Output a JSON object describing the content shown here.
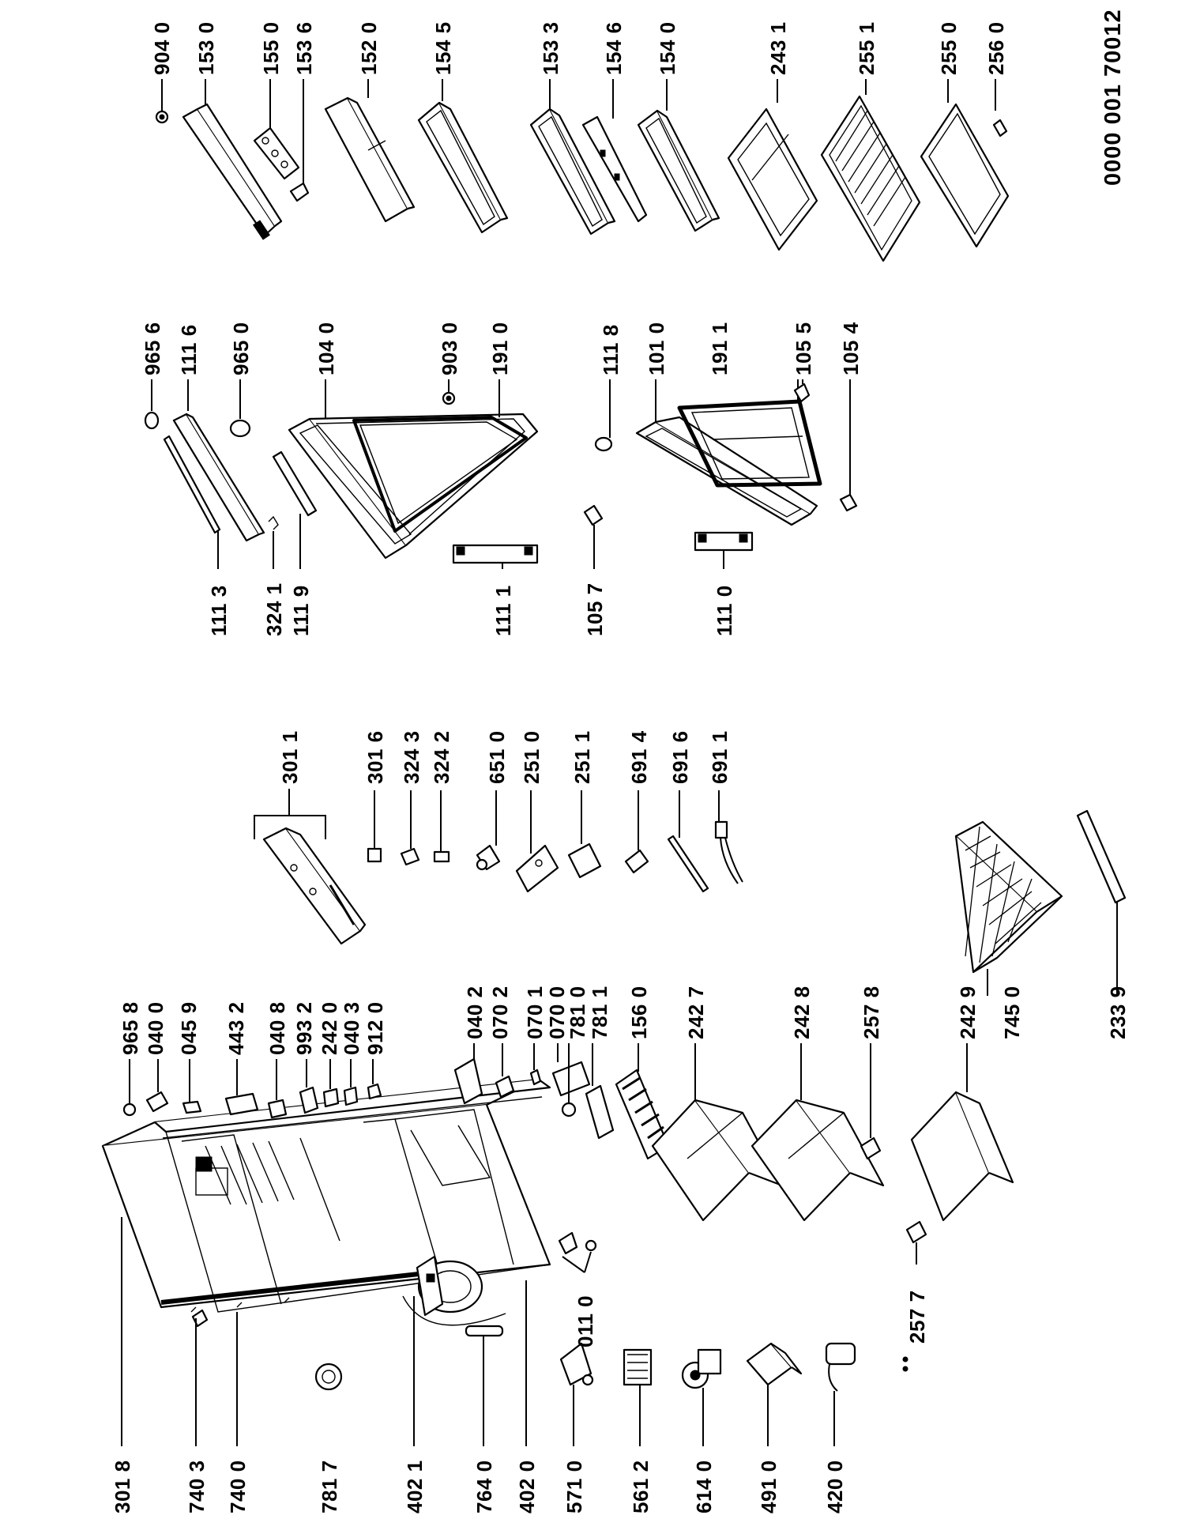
{
  "document_number": "0000 001 70012",
  "labels": {
    "p904_0": "904 0",
    "p153_0": "153 0",
    "p155_0": "155 0",
    "p153_6": "153 6",
    "p152_0": "152 0",
    "p154_5": "154 5",
    "p153_3": "153 3",
    "p154_6": "154 6",
    "p154_0": "154 0",
    "p243_1": "243 1",
    "p255_1": "255 1",
    "p255_0": "255 0",
    "p256_0": "256 0",
    "p965_6": "965 6",
    "p111_6": "111 6",
    "p965_0": "965 0",
    "p104_0": "104 0",
    "p903_0": "903 0",
    "p191_0": "191 0",
    "p111_8": "111 8",
    "p101_0": "101 0",
    "p191_1": "191 1",
    "p105_5": "105 5",
    "p105_4": "105 4",
    "p111_3": "111 3",
    "p324_1": "324 1",
    "p111_9": "111 9",
    "p111_1": "111 1",
    "p105_7": "105 7",
    "p111_0": "111 0",
    "p301_1": "301 1",
    "p301_6": "301 6",
    "p324_3": "324 3",
    "p324_2": "324 2",
    "p651_0": "651 0",
    "p251_0": "251 0",
    "p251_1": "251 1",
    "p691_4": "691 4",
    "p691_6": "691 6",
    "p691_1": "691 1",
    "p965_8": "965 8",
    "p040_0": "040 0",
    "p045_9": "045 9",
    "p443_2": "443 2",
    "p040_8": "040 8",
    "p993_2": "993 2",
    "p242_0": "242 0",
    "p040_3": "040 3",
    "p912_0": "912 0",
    "p040_2": "040 2",
    "p070_2": "070 2",
    "p070_1": "070 1",
    "p070_0": "070 0",
    "p781_0": "781 0",
    "p781_1": "781 1",
    "p156_0": "156 0",
    "p242_7": "242 7",
    "p242_8": "242 8",
    "p257_8": "257 8",
    "p242_9": "242 9",
    "p745_0": "745 0",
    "p233_9": "233 9",
    "p301_8": "301 8",
    "p740_3": "740 3",
    "p740_0": "740 0",
    "p781_7": "781 7",
    "p402_1": "402 1",
    "p764_0": "764 0",
    "p402_0": "402 0",
    "p571_0": "571 0",
    "p561_2": "561 2",
    "p614_0": "614 0",
    "p491_0": "491 0",
    "p420_0": "420 0",
    "p011_0": "011 0",
    "p257_7": "257 7"
  }
}
